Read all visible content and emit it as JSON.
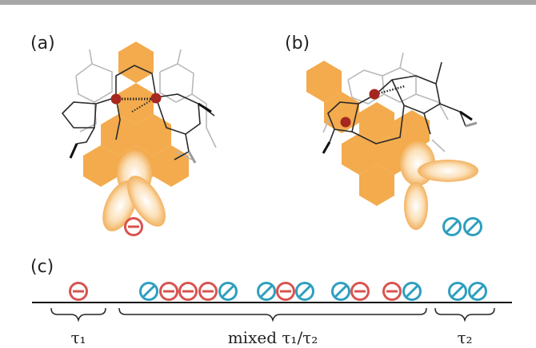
{
  "panels": {
    "a": "(a)",
    "b": "(b)",
    "c": "(c)"
  },
  "groups": {
    "tau1": "τ₁",
    "mixed": "mixed τ₁/τ₂",
    "tau2": "τ₂"
  },
  "colors": {
    "red": "#d9534f",
    "blue": "#2e9fbe",
    "orange": "#f2a33a",
    "atom": "#a5271f"
  },
  "timeline_symbols": [
    "red-minus",
    "blue-slash",
    "red-minus",
    "red-minus",
    "red-minus",
    "blue-slash",
    "blue-slash",
    "red-minus",
    "blue-slash",
    "blue-slash",
    "red-minus",
    "red-minus",
    "blue-slash",
    "blue-slash",
    "blue-slash"
  ],
  "panel_a_symbol": "red-minus",
  "panel_b_symbols": [
    "blue-slash",
    "blue-slash"
  ]
}
